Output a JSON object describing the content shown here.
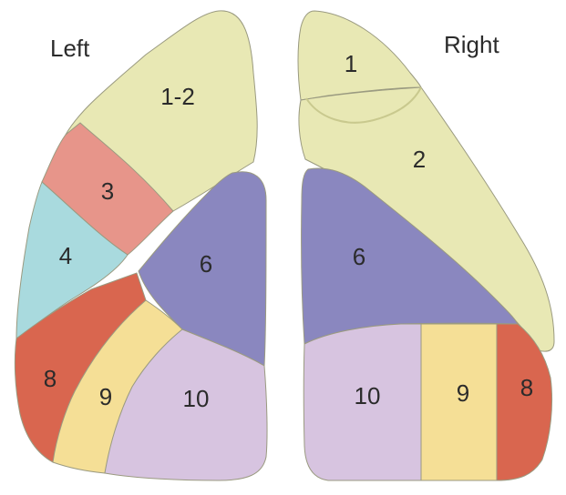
{
  "labels": {
    "left": "Left",
    "right": "Right"
  },
  "left_lung": {
    "upper_lobe": {
      "segment_1_2": "1-2",
      "segment_3": "3",
      "segment_4": "4"
    },
    "lower_lobe": {
      "segment_6": "6",
      "segment_8": "8",
      "segment_9": "9",
      "segment_10": "10"
    }
  },
  "right_lung": {
    "upper_lobe": {
      "segment_1": "1",
      "segment_2": "2"
    },
    "lower_lobe": {
      "segment_6": "6",
      "segment_10": "10",
      "segment_9": "9",
      "segment_8": "8"
    }
  },
  "colors": {
    "apical_posterior": "#e8e8b4",
    "anterior": "#e7958a",
    "lingula": "#a9dade",
    "superior": "#8a87bf",
    "lateral_basal": "#d9664f",
    "posterior_basal": "#f5df96",
    "medial_basal": "#d7c4e0",
    "outline": "#9a9a80"
  }
}
